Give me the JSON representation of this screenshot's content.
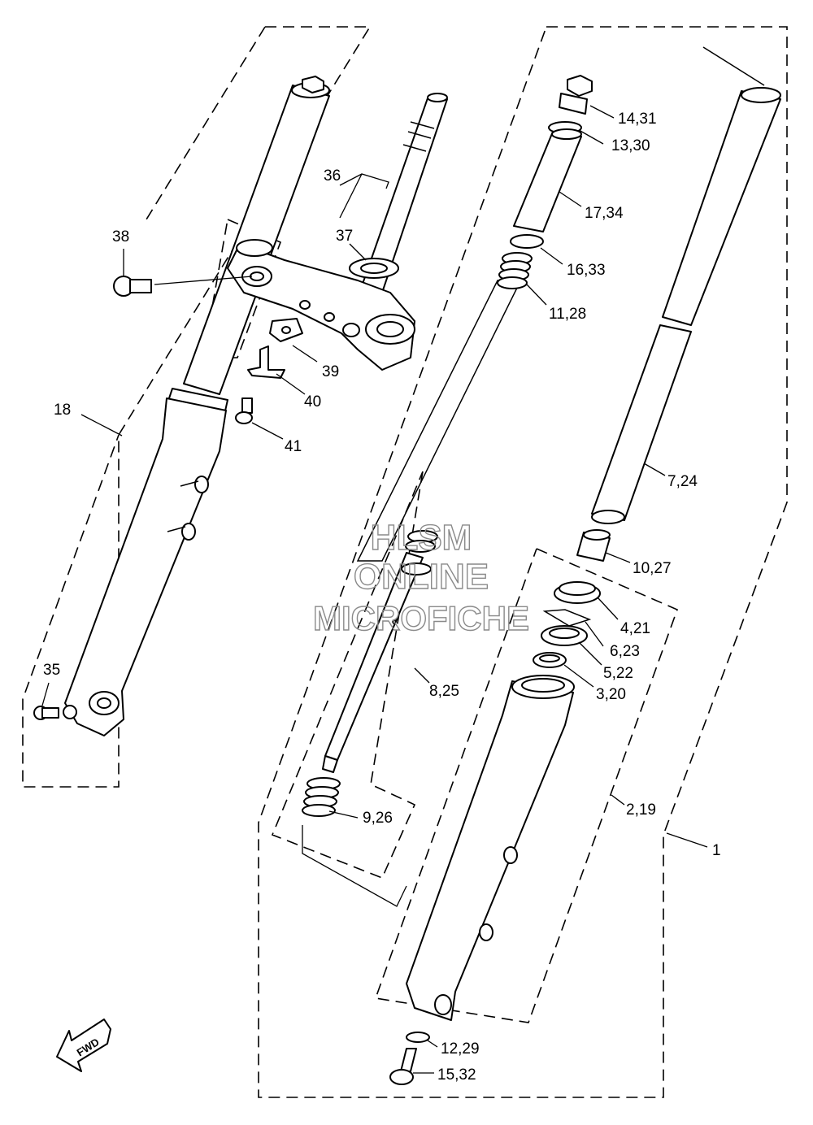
{
  "diagram": {
    "labels": {
      "l1": "1",
      "l2_19": "2,19",
      "l3_20": "3,20",
      "l4_21": "4,21",
      "l5_22": "5,22",
      "l6_23": "6,23",
      "l7_24": "7,24",
      "l8_25": "8,25",
      "l9_26": "9,26",
      "l10_27": "10,27",
      "l11_28": "11,28",
      "l12_29": "12,29",
      "l13_30": "13,30",
      "l14_31": "14,31",
      "l15_32": "15,32",
      "l16_33": "16,33",
      "l17_34": "17,34",
      "l18": "18",
      "l35": "35",
      "l36": "36",
      "l37": "37",
      "l38": "38",
      "l39": "39",
      "l40": "40",
      "l41": "41"
    },
    "watermark": {
      "line1": "HLSM",
      "line2": "ONLINE",
      "line3": "MICROFICHE"
    },
    "fwd_badge": "FWD"
  }
}
